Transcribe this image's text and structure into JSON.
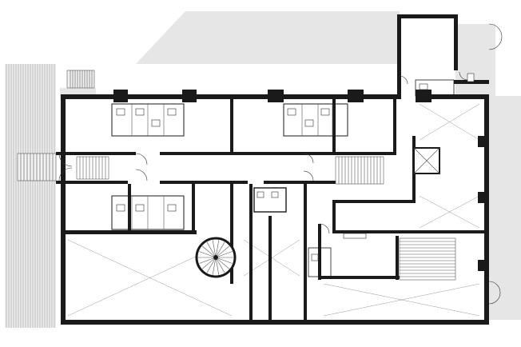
{
  "drawing": {
    "kind": "architectural-floor-plan",
    "colors": {
      "wall": "#1a1a1a",
      "exterior_fill": "#e6e6e6",
      "interior_fill": "#ffffff",
      "hatch": "#8a8a8a",
      "cross_lines": "#9a9a9a"
    },
    "elements": [
      "exterior-terrace",
      "hatched-ramp",
      "entrance-stair",
      "main-corridor",
      "cross-corridor",
      "spiral-stair",
      "stairwell-right",
      "stairwell-lower-right",
      "elevator",
      "bathroom-blocks",
      "large-rooms"
    ]
  }
}
